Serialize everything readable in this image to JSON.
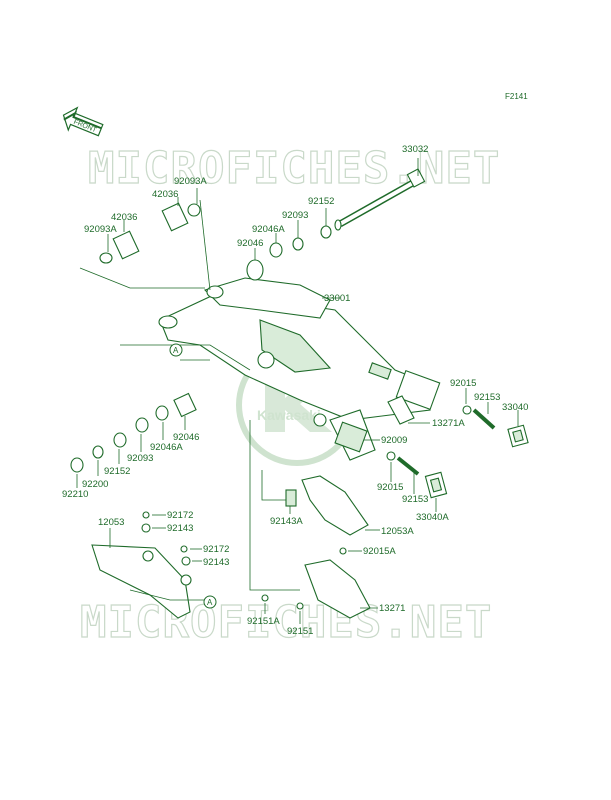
{
  "figure_code": "F2141",
  "front_label": "FRONT",
  "watermark": "MICROFICHES.NET",
  "logo_text": "Kawasaki",
  "ref_marker": "A",
  "parts": [
    {
      "id": "p33032",
      "label": "33032"
    },
    {
      "id": "p92093a_top",
      "label": "92093A"
    },
    {
      "id": "p42036_top",
      "label": "42036"
    },
    {
      "id": "p42036_left",
      "label": "42036"
    },
    {
      "id": "p92093a_left",
      "label": "92093A"
    },
    {
      "id": "p92152_top",
      "label": "92152"
    },
    {
      "id": "p92093_top",
      "label": "92093"
    },
    {
      "id": "p92046a_top",
      "label": "92046A"
    },
    {
      "id": "p92046_top",
      "label": "92046"
    },
    {
      "id": "p33001",
      "label": "33001"
    },
    {
      "id": "p92015_r",
      "label": "92015"
    },
    {
      "id": "p92153_r",
      "label": "92153"
    },
    {
      "id": "p33040",
      "label": "33040"
    },
    {
      "id": "p13271a",
      "label": "13271A"
    },
    {
      "id": "p92009",
      "label": "92009"
    },
    {
      "id": "p92046_low",
      "label": "92046"
    },
    {
      "id": "p92046a_low",
      "label": "92046A"
    },
    {
      "id": "p92093_low",
      "label": "92093"
    },
    {
      "id": "p92152_low",
      "label": "92152"
    },
    {
      "id": "p92200",
      "label": "92200"
    },
    {
      "id": "p92210",
      "label": "92210"
    },
    {
      "id": "p92015_c",
      "label": "92015"
    },
    {
      "id": "p92153_c",
      "label": "92153"
    },
    {
      "id": "p33040a",
      "label": "33040A"
    },
    {
      "id": "p92172_a",
      "label": "92172"
    },
    {
      "id": "p92143_a",
      "label": "92143"
    },
    {
      "id": "p12053",
      "label": "12053"
    },
    {
      "id": "p92172_b",
      "label": "92172"
    },
    {
      "id": "p92143_b",
      "label": "92143"
    },
    {
      "id": "p92143a",
      "label": "92143A"
    },
    {
      "id": "p12053a",
      "label": "12053A"
    },
    {
      "id": "p92015a",
      "label": "92015A"
    },
    {
      "id": "p13271",
      "label": "13271"
    },
    {
      "id": "p92151a",
      "label": "92151A"
    },
    {
      "id": "p92151",
      "label": "92151"
    }
  ]
}
